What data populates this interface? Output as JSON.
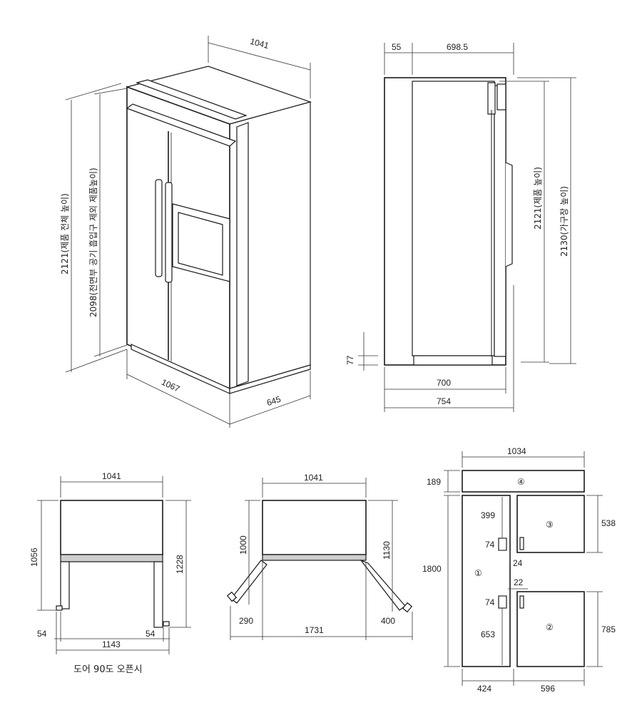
{
  "iso_view": {
    "dims": {
      "top_width": "1041",
      "front_width": "1067",
      "depth": "645",
      "height_total": "2121(제품 전체 높이)",
      "height_front": "2098(전면부 공기 흡입구 제외 제품높이)"
    }
  },
  "side_view": {
    "dims": {
      "top_offset": "55",
      "top_depth": "698.5",
      "body_depth": "700",
      "total_depth": "754",
      "base_height": "77",
      "product_height": "2121(제품 높이)",
      "cabinet_height": "2130(가구장 높이)"
    }
  },
  "door_90_view": {
    "dims": {
      "width": "1041",
      "height_body": "1056",
      "height_total": "1228",
      "left_offset": "54",
      "right_offset": "54",
      "total_width": "1143"
    },
    "caption": "도어 90도 오픈시"
  },
  "door_open_view": {
    "dims": {
      "width": "1041",
      "height_left": "1000",
      "height_right": "1130",
      "left_swing": "290",
      "center_span": "1731",
      "right_swing": "400"
    }
  },
  "door_layout": {
    "dims": {
      "top_width": "1034",
      "top_height": "189",
      "left_height": "1800",
      "left_width": "424",
      "right_width": "596",
      "door3_height": "538",
      "door2_height": "785",
      "upper_gap": "399",
      "handle_upper": "74",
      "handle_gap_a": "24",
      "handle_gap_b": "22",
      "handle_lower": "74",
      "lower_gap": "653"
    },
    "markers": {
      "m1": "①",
      "m2": "②",
      "m3": "③",
      "m4": "④"
    }
  }
}
